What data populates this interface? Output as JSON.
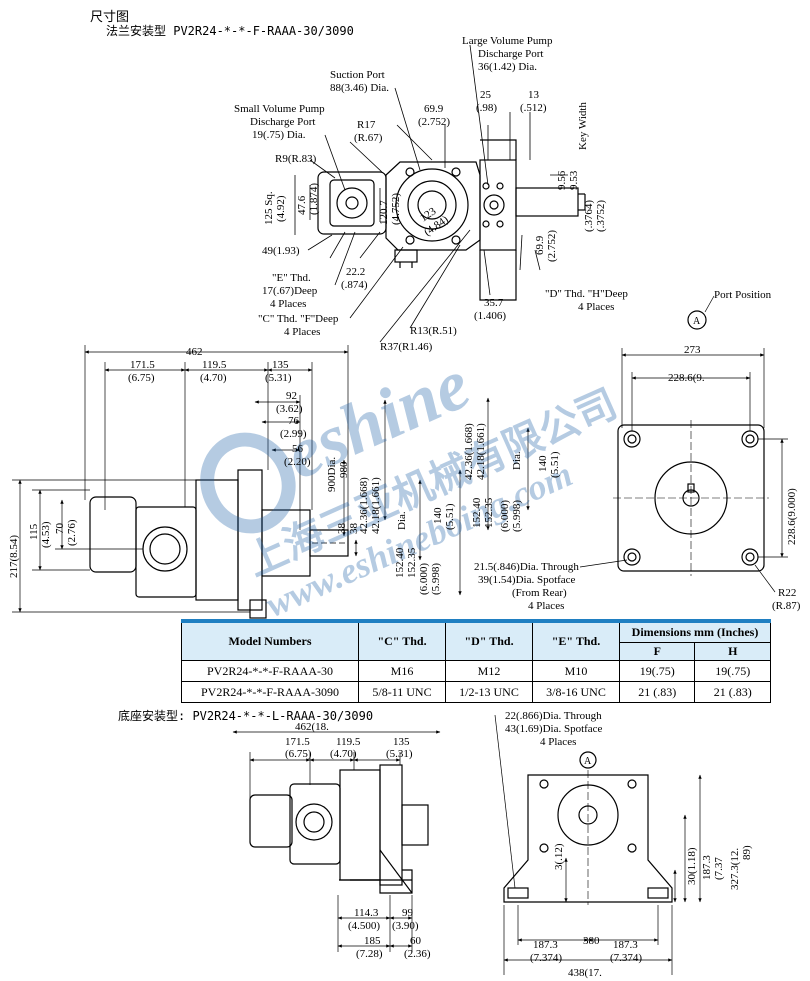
{
  "header": {
    "title": "尺寸图",
    "flange_title": "法兰安装型 PV2R24-*-*-F-RAAA-30/3090",
    "foot_title": "底座安装型: PV2R24-*-*-L-RAAA-30/3090"
  },
  "callouts": {
    "large_port": [
      "Large Volume Pump",
      "Discharge Port",
      "36(1.42) Dia."
    ],
    "suction_port": [
      "Suction Port",
      "88(3.46) Dia."
    ],
    "small_port": [
      "Small Volume Pump",
      "Discharge Port",
      "19(.75) Dia."
    ],
    "r17": [
      "R17",
      "(R.67)"
    ],
    "r9": "R9(R.83)",
    "d69": [
      "69.9",
      "(2.752)"
    ],
    "d25": [
      "25",
      "(.98)"
    ],
    "d13": [
      "13",
      "(.512)"
    ],
    "key_width": "Key Width",
    "key_a": [
      "9.56",
      "9.53"
    ],
    "key_b": [
      "(.3764)",
      "(.3752)"
    ],
    "sq125": [
      "125 Sq.",
      "(4.92)"
    ],
    "d47": [
      "47.6",
      "(1.874)"
    ],
    "d120": [
      "120.7",
      "(4.752)"
    ],
    "d123": [
      "123",
      "(4.84)"
    ],
    "d49": "49(1.93)",
    "d69v": [
      "69.9",
      "(2.752)"
    ],
    "e_thd": [
      "\"E\" Thd.",
      "17(.67)Deep",
      "4 Places"
    ],
    "d22": [
      "22.2",
      "(.874)"
    ],
    "c_thd": [
      "\"C\" Thd. \"F\"Deep",
      "4 Places"
    ],
    "d_thd": [
      "\"D\" Thd. \"H\"Deep",
      "4 Places"
    ],
    "d35": [
      "35.7",
      "(1.406)"
    ],
    "r13": "R13(R.51)",
    "r37": "R37(R1.46)",
    "port_position": "Port Position",
    "marker_a": "A"
  },
  "side_view": {
    "d462": "462",
    "d171": [
      "171.5",
      "(6.75)"
    ],
    "d119": [
      "119.5",
      "(4.70)"
    ],
    "d135": [
      "135",
      "(5.31)"
    ],
    "d92": [
      "92",
      "(3.62)"
    ],
    "d76": [
      "76",
      "(2.99)"
    ],
    "d56": [
      "56",
      "(2.20)"
    ],
    "d217": "217(8.54)",
    "d115": [
      "115",
      "(4.53)"
    ],
    "d70": [
      "70",
      "(2.76)"
    ],
    "d900": "900Dia.",
    "d980": "980",
    "d38a": "38",
    "d38b": "38",
    "d4236": "42.36(1.668)",
    "d4218": "42.18(1.661)",
    "d140": [
      "140",
      "(5.51)"
    ],
    "d15240": "152.40",
    "d15235": "152.35",
    "dia": "Dia.",
    "d6000": "(6.000)",
    "d5998": "(5.998)"
  },
  "rear_view": {
    "d273": "273",
    "d228": "228.6(9.",
    "d228v": "228.6(9.000)",
    "hole": [
      "21.5(.846)Dia. Through",
      "39(1.54)Dia. Spotface",
      "(From Rear)",
      "4 Places"
    ],
    "r22": [
      "R22",
      "(R.87)"
    ]
  },
  "table": {
    "headers": [
      "Model Numbers",
      "\"C\" Thd.",
      "\"D\" Thd.",
      "\"E\" Thd."
    ],
    "dim_header": "Dimensions mm (Inches)",
    "sub_headers": [
      "F",
      "H"
    ],
    "rows": [
      [
        "PV2R24-*-*-F-RAAA-30",
        "M16",
        "M12",
        "M10",
        "19(.75)",
        "19(.75)"
      ],
      [
        "PV2R24-*-*-F-RAAA-3090",
        "5/8-11 UNC",
        "1/2-13 UNC",
        "3/8-16 UNC",
        "21 (.83)",
        "21 (.83)"
      ]
    ]
  },
  "foot_view": {
    "d462": "462(18.",
    "d171": [
      "171.5",
      "(6.75)"
    ],
    "d119": [
      "119.5",
      "(4.70)"
    ],
    "d135": [
      "135",
      "(5.31)"
    ],
    "d114": [
      "114.3",
      "(4.500)"
    ],
    "d99": [
      "99",
      "(3.90)"
    ],
    "d185": [
      "185",
      "(7.28)"
    ],
    "d60": [
      "60",
      "(2.36)"
    ],
    "hole": [
      "22(.866)Dia. Through",
      "43(1.69)Dia. Spotface",
      "4 Places"
    ],
    "d3": "3(.12)",
    "d30": "30(1.18)",
    "d187v": [
      "187.3",
      "(7.37"
    ],
    "d327": [
      "327.3(12.",
      "89)"
    ],
    "d187a": [
      "187.3",
      "(7.374)"
    ],
    "d380": "380",
    "d187b": [
      "187.3",
      "(7.374)"
    ],
    "d438": "438(17."
  },
  "watermark": {
    "main": "eshine",
    "sub": "上海三亚机械有限公司",
    "url": "www.eshineboing.com"
  }
}
